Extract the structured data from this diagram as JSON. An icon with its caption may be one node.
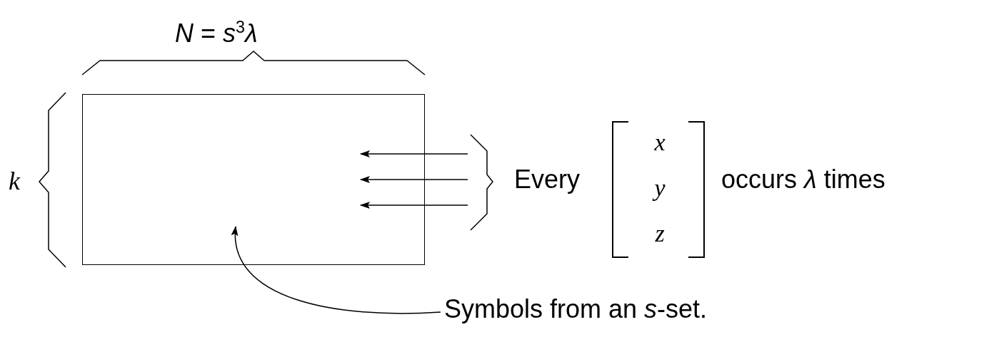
{
  "diagram": {
    "nodes": [
      {
        "text": [],
        "shape": "box"
      },
      {
        "text": [
          "Every",
          "x y z",
          "occurs *λ* times"
        ]
      },
      {
        "text": [
          "Symbols from an *s*-set."
        ]
      }
    ],
    "edges": [
      {
        "from": 1,
        "to": 0,
        "arrow": "to"
      },
      {
        "from": 1,
        "to": 0,
        "arrow": "to"
      },
      {
        "from": 1,
        "to": 0,
        "arrow": "to"
      },
      {
        "from": 2,
        "to": 0,
        "arrow": "to"
      }
    ],
    "labels": [
      "*N* = *s*$^{3}$*λ*",
      "k"
    ]
  }
}
